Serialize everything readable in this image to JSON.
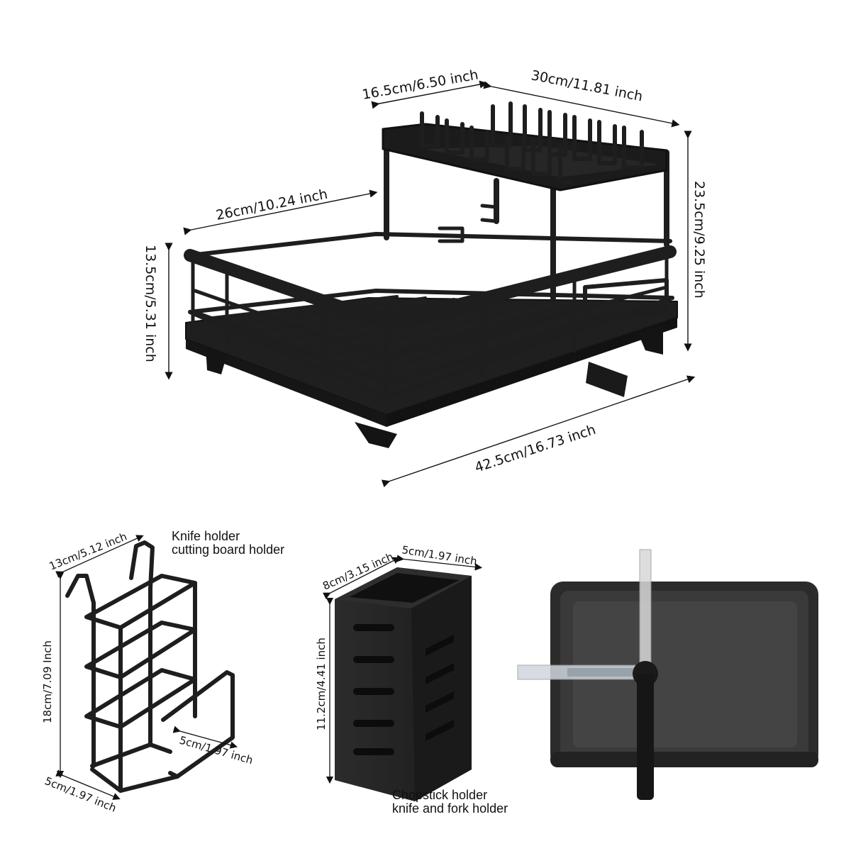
{
  "main_rack": {
    "top_shelf_depth": "16.5cm/6.50 inch",
    "top_shelf_width": "30cm/11.81 inch",
    "basket_depth": "26cm/10.24 inch",
    "total_height": "23.5cm/9.25 inch",
    "basket_height": "13.5cm/5.31 inch",
    "total_length": "42.5cm/16.73 inch"
  },
  "knife_holder": {
    "caption_line1": "Knife holder",
    "caption_line2": "cutting board holder",
    "width": "13cm/5.12 inch",
    "height": "18cm/7.09 Inch",
    "slot_depth": "5cm/1.97 inch",
    "base_depth": "5cm/1.97 inch"
  },
  "chopstick_holder": {
    "caption_line1": "Chopstick holder",
    "caption_line2": "knife and fork holder",
    "width": "8cm/3.15 inch",
    "depth": "5cm/1.97 inch",
    "height": "11.2cm/4.41 inch"
  },
  "colors": {
    "product": "#1e1e1e",
    "line": "#111111",
    "background": "#ffffff"
  }
}
